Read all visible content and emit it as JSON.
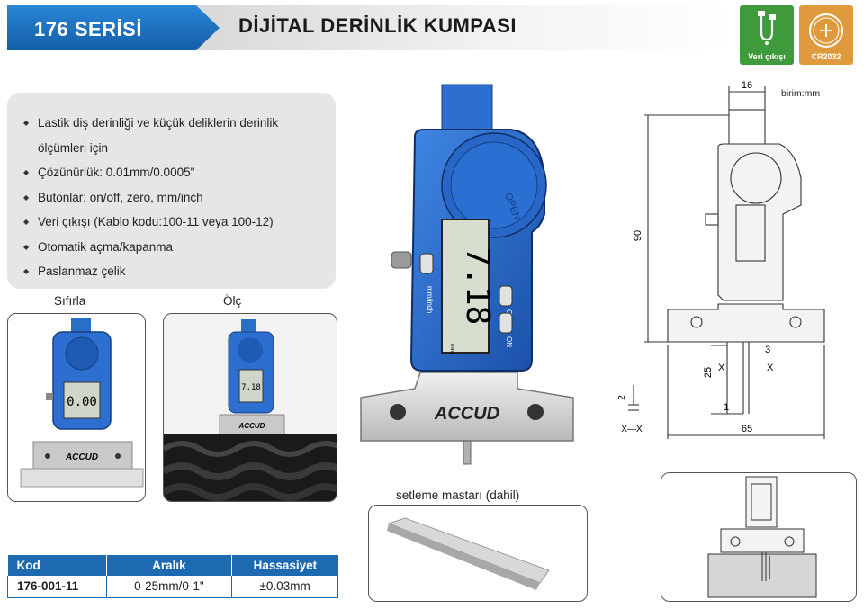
{
  "header": {
    "series": "176 SERİSİ",
    "title": "DİJİTAL DERİNLİK KUMPASI"
  },
  "badges": [
    {
      "label": "Veri çıkışı",
      "icon": "usb-cable-icon",
      "color": "#3e9a3a"
    },
    {
      "label": "CR2032",
      "icon": "battery-icon",
      "color": "#e09a3e"
    }
  ],
  "features": [
    "Lastik diş derinliği ve küçük deliklerin derinlik",
    "ölçümleri için",
    "Çözünürlük: 0.01mm/0.0005\"",
    "Butonlar: on/off, zero, mm/inch",
    "Veri çıkışı (Kablo kodu:100-11 veya 100-12)",
    "Otomatik açma/kapanma",
    "Paslanmaz çelik"
  ],
  "photos": {
    "reset_caption": "Sıfırla",
    "measure_caption": "Ölç",
    "gauge_caption": "setleme mastarı (dahil)"
  },
  "device": {
    "display_value": "7.18",
    "small_display_reset": "0.00",
    "small_display_measure": "7.18",
    "brand": "ACCUD",
    "btn_mm_inch": "mm/inch",
    "btn_off": "OFF",
    "btn_on": "ON",
    "cap_text": "OPEN",
    "unit_marker": "mm"
  },
  "drawing": {
    "unit": "birim:mm",
    "dim_width_top": "16",
    "dim_height": "90",
    "dim_depth": "25",
    "dim_tip": "3",
    "dim_tip_base": "1",
    "dim_base_width": "65",
    "dim_section": "2",
    "section_label": "X—X",
    "x_mark": "X"
  },
  "spec_table": {
    "headers": [
      "Kod",
      "Aralık",
      "Hassasiyet"
    ],
    "rows": [
      [
        "176-001-11",
        "0-25mm/0-1\"",
        "±0.03mm"
      ]
    ]
  }
}
